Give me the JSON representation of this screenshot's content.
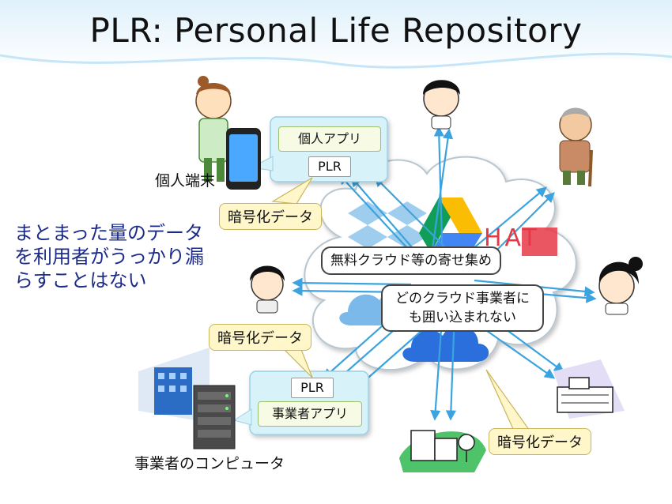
{
  "title": "PLR: Personal Life Repository",
  "message": "まとまった量のデータを利用者がうっかり漏らすことはない",
  "personal_device_label": "個人端末",
  "business_computer_label": "事業者のコンピュータ",
  "personal_app": {
    "name": "個人アプリ",
    "plr": "PLR"
  },
  "business_app": {
    "name": "事業者アプリ",
    "plr": "PLR"
  },
  "encrypted_data_label": "暗号化データ",
  "cloud_collection_label": "無料クラウド等の寄せ集め",
  "cloud_lockin_label": "どのクラウド事業者にも囲い込まれない",
  "cloud_logo_text": "HAT",
  "colors": {
    "arrow": "#3aa3e0",
    "cloud": "#ffffff",
    "message": "#1c2b8a",
    "callout": "#fff6c9"
  }
}
